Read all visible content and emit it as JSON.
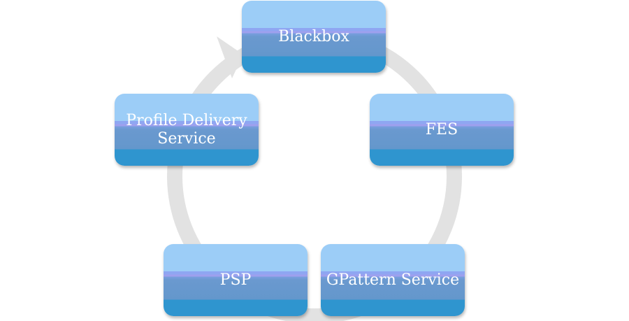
{
  "nodes": [
    {
      "label": "Blackbox"
    },
    {
      "label": "FES"
    },
    {
      "label": "GPattern Service"
    },
    {
      "label": "PSP"
    },
    {
      "label": "Profile Delivery\nService"
    }
  ],
  "colors": {
    "box_top": "#9ccdf7",
    "box_band": "#8fa6f2",
    "box_middle": "#6497cc",
    "box_bottom": "#2f95cf",
    "ring": "#e2e2e2",
    "text": "#ffffff"
  }
}
